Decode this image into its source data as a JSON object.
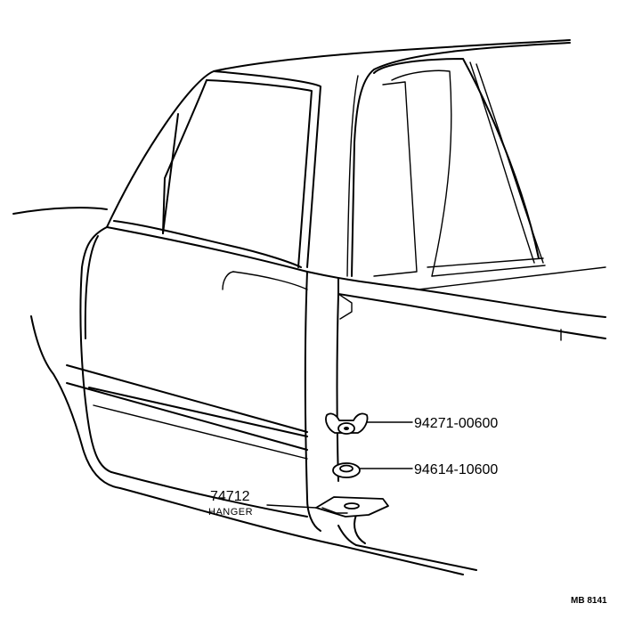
{
  "parts": [
    {
      "number": "94271-00600",
      "name": ""
    },
    {
      "number": "94614-10600",
      "name": ""
    },
    {
      "number": "74712",
      "name": "HANGER"
    }
  ],
  "drawing_code": "MB 8141"
}
